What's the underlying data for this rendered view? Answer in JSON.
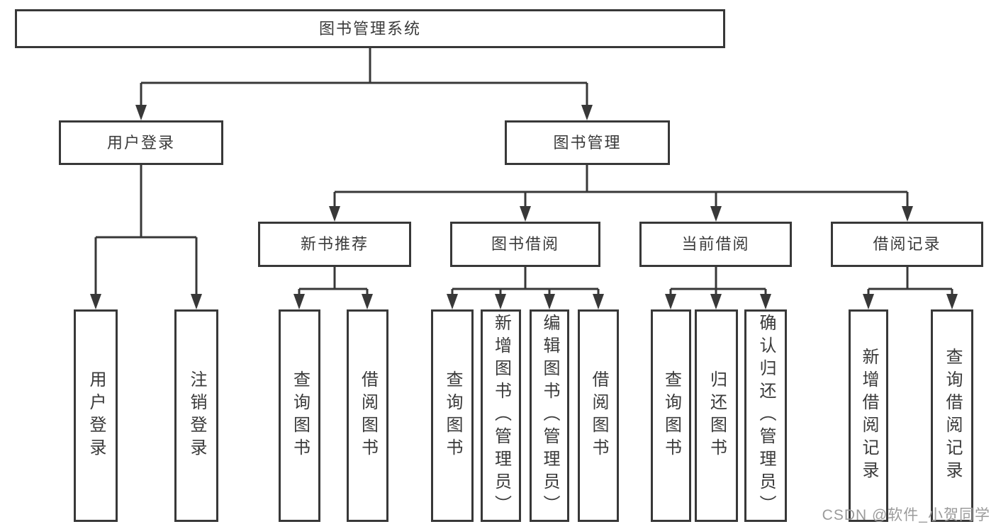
{
  "system": {
    "title": "图书管理系统",
    "user_login": {
      "label": "用户登录",
      "children": [
        {
          "label": "用户登录"
        },
        {
          "label": "注销登录"
        }
      ]
    },
    "book_mgmt": {
      "label": "图书管理",
      "sections": [
        {
          "label": "新书推荐",
          "children": [
            {
              "label": "查询图书"
            },
            {
              "label": "借阅图书"
            }
          ]
        },
        {
          "label": "图书借阅",
          "children": [
            {
              "label": "查询图书"
            },
            {
              "label": "新增图书（管理员）"
            },
            {
              "label": "编辑图书（管理员）"
            },
            {
              "label": "借阅图书"
            }
          ]
        },
        {
          "label": "当前借阅",
          "children": [
            {
              "label": "查询图书"
            },
            {
              "label": "归还图书"
            },
            {
              "label": "确认归还（管理员）"
            }
          ]
        },
        {
          "label": "借阅记录",
          "children": [
            {
              "label": "新增借阅记录"
            },
            {
              "label": "查询借阅记录"
            }
          ]
        }
      ]
    }
  },
  "watermark": "CSDN @软件_小贺同学",
  "colors": {
    "line": "#383838",
    "text": "#3a3a3a",
    "box_background": "#ffffff",
    "page_background": "#ffffff",
    "watermark": "#9b9b9b"
  }
}
